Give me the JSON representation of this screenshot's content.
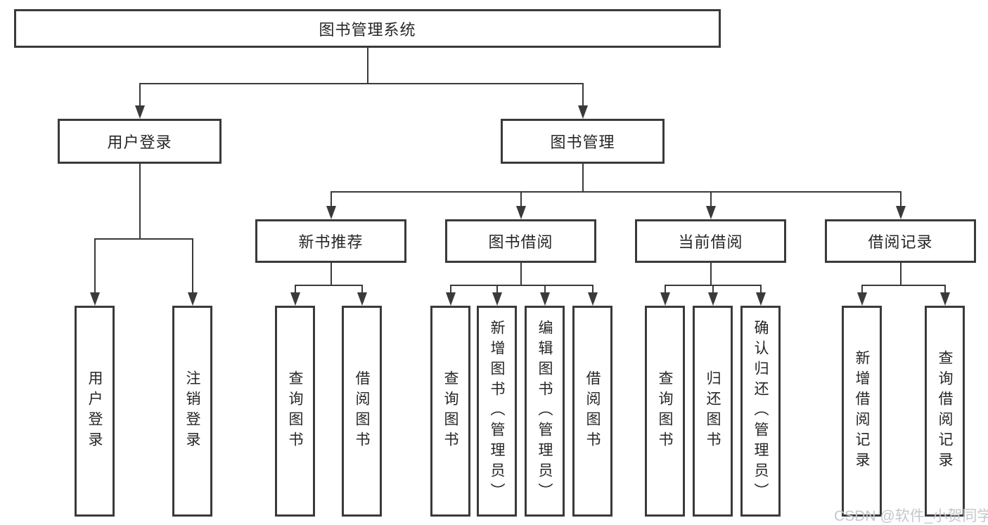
{
  "tree": {
    "label": "图书管理系统",
    "children": [
      {
        "label": "用户登录",
        "children": [
          {
            "label": "用户登录"
          },
          {
            "label": "注销登录"
          }
        ]
      },
      {
        "label": "图书管理",
        "children": [
          {
            "label": "新书推荐",
            "children": [
              {
                "label": "查询图书"
              },
              {
                "label": "借阅图书"
              }
            ]
          },
          {
            "label": "图书借阅",
            "children": [
              {
                "label": "查询图书"
              },
              {
                "label": "新增图书（管理员）"
              },
              {
                "label": "编辑图书（管理员）"
              },
              {
                "label": "借阅图书"
              }
            ]
          },
          {
            "label": "当前借阅",
            "children": [
              {
                "label": "查询图书"
              },
              {
                "label": "归还图书"
              },
              {
                "label": "确认归还（管理员）"
              }
            ]
          },
          {
            "label": "借阅记录",
            "children": [
              {
                "label": "新增借阅记录"
              },
              {
                "label": "查询借阅记录"
              }
            ]
          }
        ]
      }
    ]
  },
  "watermark": {
    "text": "CSDN @软件_小贺同学"
  },
  "colors": {
    "line": "#3a3a3a",
    "text": "#262626",
    "watermark": "#c4c7cc",
    "background": "#ffffff"
  }
}
